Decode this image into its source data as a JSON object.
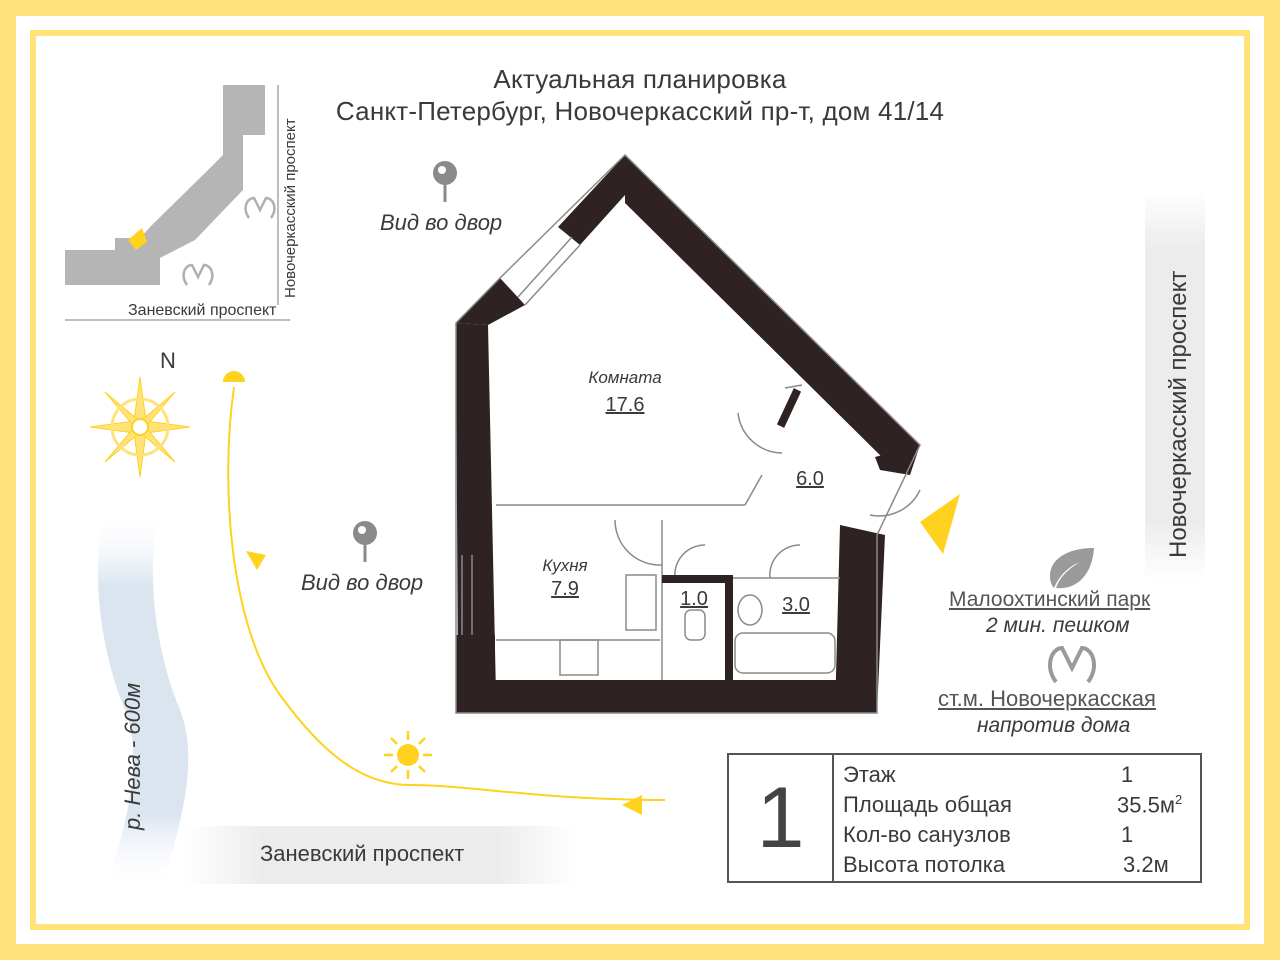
{
  "header": {
    "title_line1": "Актуальная планировка",
    "title_line2": "Санкт-Петербург, Новочеркасский пр-т, дом 41/14"
  },
  "minimap": {
    "street_vertical": "Новочеркасский проспект",
    "street_horizontal": "Заневский проспект"
  },
  "compass": {
    "north_label": "N"
  },
  "views": [
    {
      "label": "Вид во двор"
    },
    {
      "label": "Вид во двор"
    }
  ],
  "rooms": [
    {
      "name": "Комната",
      "area": "17.6"
    },
    {
      "name": "",
      "area": "6.0"
    },
    {
      "name": "Кухня",
      "area": "7.9"
    },
    {
      "name": "",
      "area": "1.0"
    },
    {
      "name": "",
      "area": "3.0"
    }
  ],
  "streets": {
    "right_vertical": "Новочеркасский проспект",
    "bottom": "Заневский проспект",
    "river": "р. Нева - 600м"
  },
  "poi": {
    "park_name": "Малоохтинский парк",
    "park_walk": "2 мин. пешком",
    "metro_name": "ст.м. Новочеркасская",
    "metro_note": "напротив дома"
  },
  "info": {
    "floor_big": "1",
    "rows": [
      {
        "label": "Этаж",
        "value": "1"
      },
      {
        "label": "Площадь общая",
        "value": "35.5м",
        "sup": "2"
      },
      {
        "label": "Кол-во санузлов",
        "value": "1"
      },
      {
        "label": "Высота потолка",
        "value": "3.2м"
      }
    ]
  },
  "colors": {
    "frame_yellow": "#ffe27a",
    "wall": "#2f2222",
    "accent_yellow": "#ffd21f",
    "text": "#3a3a3a"
  }
}
